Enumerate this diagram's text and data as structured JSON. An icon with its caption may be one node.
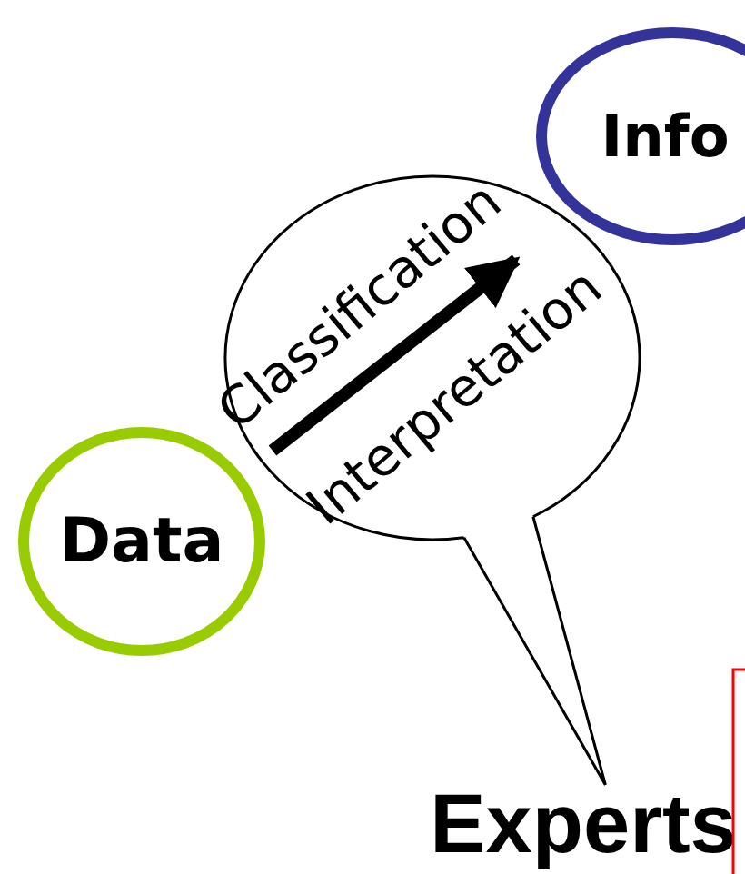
{
  "diagram": {
    "nodes": [
      {
        "text": [
          "Data"
        ]
      },
      {
        "text": [
          "Info"
        ]
      },
      {
        "text": [],
        "shape": "bubble"
      },
      {
        "text": [
          "Experts"
        ]
      },
      {
        "text": [],
        "shape": "box"
      }
    ],
    "edges": [
      {
        "from": 2,
        "to": 3,
        "arrow": "none"
      }
    ],
    "labels": [
      "Classification",
      "Interpretation"
    ]
  }
}
